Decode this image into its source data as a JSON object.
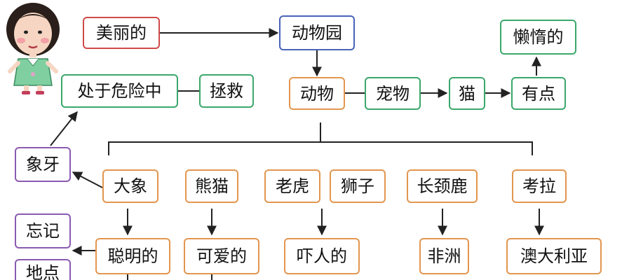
{
  "nodes": {
    "meili": "美丽的",
    "dongwuyuan": "动物园",
    "landuo": "懒惰的",
    "chuyu": "处于危险中",
    "zhengjiu": "拯救",
    "dongwu": "动物",
    "chongwu": "宠物",
    "mao": "猫",
    "youdian": "有点",
    "xiangya": "象牙",
    "daxiang": "大象",
    "xiongmao": "熊猫",
    "laohu": "老虎",
    "shizi": "狮子",
    "changjinglu": "长颈鹿",
    "kaola": "考拉",
    "wangji": "忘记",
    "congming": "聪明的",
    "keai": "可爱的",
    "xiaren": "吓人的",
    "feizhou": "非洲",
    "aodaliya": "澳大利亚",
    "didian": "地点"
  },
  "colors": {
    "red": "#d04a4a",
    "blue": "#4a63b8",
    "green": "#3aa86a",
    "orange": "#e2964f",
    "purple": "#8a5ab0",
    "connector": "#222222"
  },
  "icons": {
    "avatar": "girl-cartoon-avatar"
  }
}
